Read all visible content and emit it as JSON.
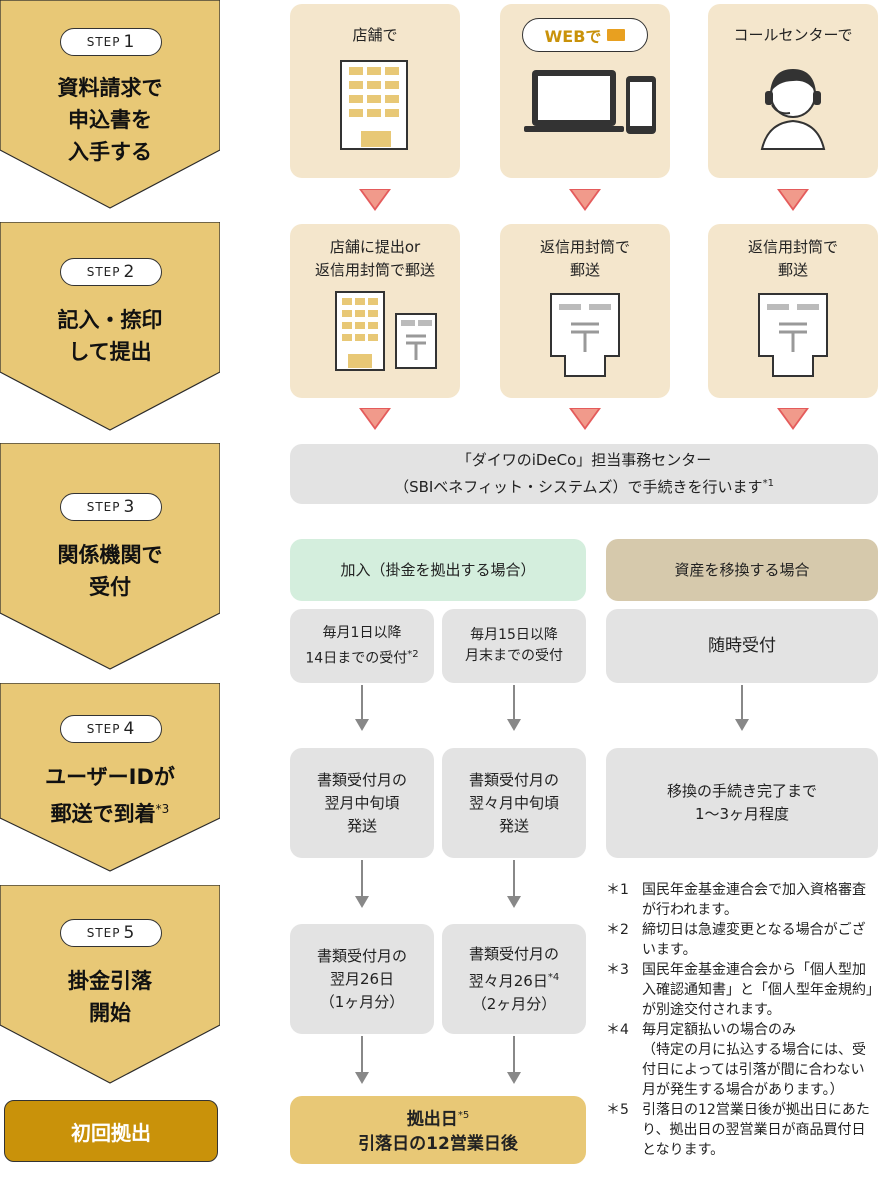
{
  "steps": [
    {
      "label": "STEP",
      "num": "1",
      "title": "資料請求で\n申込書を\n入手する"
    },
    {
      "label": "STEP",
      "num": "2",
      "title": "記入・捺印\nして提出"
    },
    {
      "label": "STEP",
      "num": "3",
      "title": "関係機関で\n受付"
    },
    {
      "label": "STEP",
      "num": "4",
      "title": "ユーザーIDが\n郵送で到着",
      "mark": "*3"
    },
    {
      "label": "STEP",
      "num": "5",
      "title": "掛金引落\n開始"
    }
  ],
  "first_payment": "初回拠出",
  "request": {
    "store": "店舗で",
    "web": "WEBで",
    "call": "コールセンターで"
  },
  "submit": {
    "store": "店舗に提出or\n返信用封筒で郵送",
    "web": "返信用封筒で\n郵送",
    "call": "返信用封筒で\n郵送"
  },
  "center": {
    "line1": "「ダイワのiDeCo」担当事務センター",
    "line2": "（SBIベネフィット・システムズ）で手続きを行います",
    "mark": "*1"
  },
  "join": {
    "header": "加入（掛金を拠出する場合）",
    "a": {
      "receipt": "毎月1日以降\n14日までの受付",
      "receipt_mark": "*2",
      "ship": "書類受付月の\n翌月中旬頃\n発送",
      "debit": "書類受付月の\n翌月26日\n（1ヶ月分）",
      "debit_mark": ""
    },
    "b": {
      "receipt": "毎月15日以降\n月末までの受付",
      "ship": "書類受付月の\n翌々月中旬頃\n発送",
      "debit": "書類受付月の\n翌々月26日",
      "debit_mark": "*4",
      "debit_sub": "（2ヶ月分）"
    }
  },
  "transfer": {
    "header": "資産を移換する場合",
    "receipt": "随時受付",
    "done": "移換の手続き完了まで\n1〜3ヶ月程度"
  },
  "contribution": {
    "line1": "拠出日",
    "mark": "*5",
    "line2": "引落日の12営業日後"
  },
  "notes": [
    {
      "mark": "＊1",
      "text": "国民年金基金連合会で加入資格審査が行われます。"
    },
    {
      "mark": "＊2",
      "text": "締切日は急遽変更となる場合がございます。"
    },
    {
      "mark": "＊3",
      "text": "国民年金基金連合会から「個人型加入確認通知書」と「個人型年金規約」が別途交付されます。"
    },
    {
      "mark": "＊4",
      "text": "毎月定額払いの場合のみ\n（特定の月に払込する場合には、受付日によっては引落が間に合わない月が発生する場合があります。）"
    },
    {
      "mark": "＊5",
      "text": "引落日の12営業日後が拠出日にあたり、拠出日の翌営業日が商品買付日となります。"
    }
  ],
  "colors": {
    "step_gold": "#e8c876",
    "beige": "#f4e6cc",
    "gray": "#e3e3e3",
    "mint": "#d4eedd",
    "tan": "#d6c9ac",
    "red": "#e45b5b",
    "first": "#c9920a"
  }
}
